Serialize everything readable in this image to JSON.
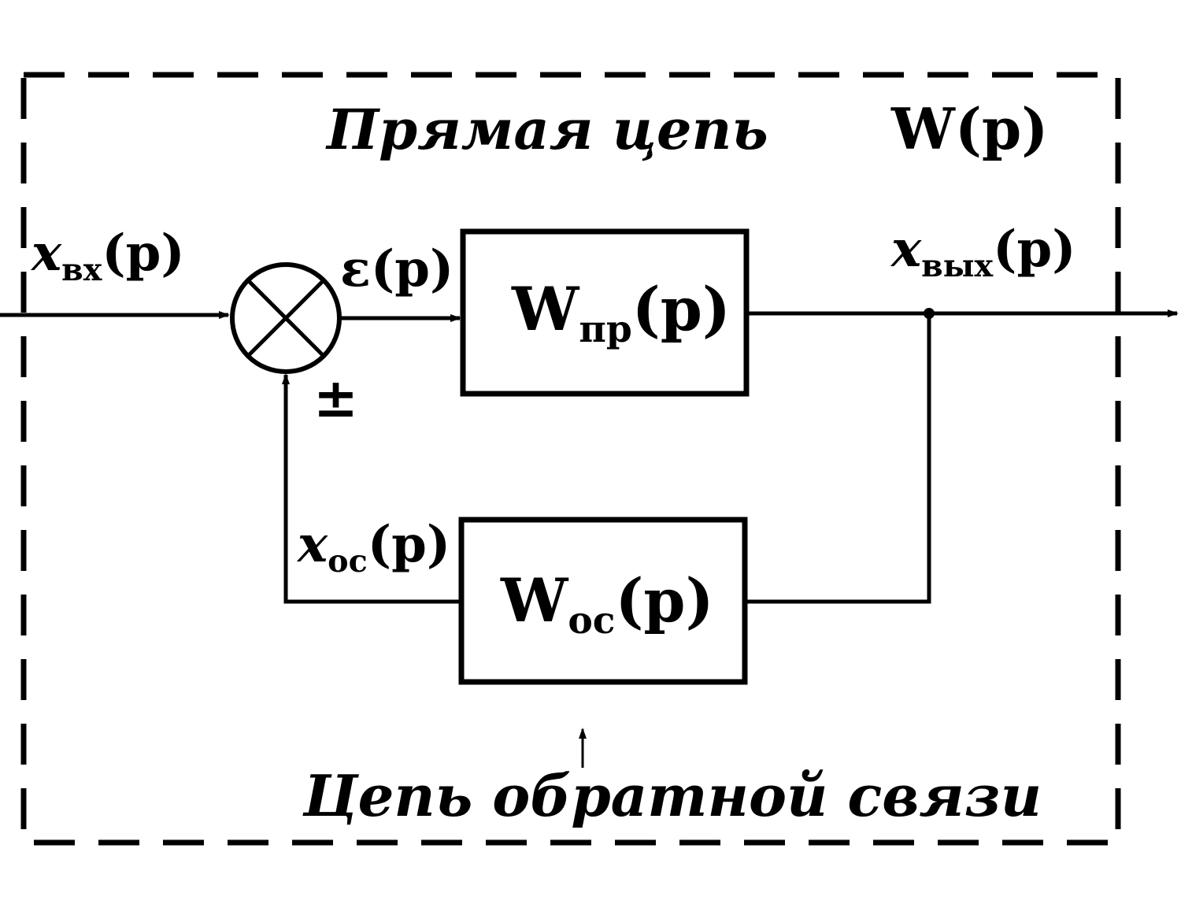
{
  "colors": {
    "ink": "#000000",
    "background": "#ffffff"
  },
  "labels": {
    "forward_path": "Прямая цепь",
    "feedback_path": "Цепь обратной связи",
    "overall_tf": "W(p)",
    "input_signal": {
      "main": "x",
      "sub": "вх",
      "arg": "(p)"
    },
    "error_signal": "ε(p)",
    "output_signal": {
      "main": "x",
      "sub": "вых",
      "arg": "(p)"
    },
    "feedback_signal": {
      "main": "x",
      "sub": "ос",
      "arg": "(p)"
    },
    "sign": "±"
  },
  "blocks": {
    "forward": {
      "main": "W",
      "sub": "пр",
      "arg": "(p)"
    },
    "feedback": {
      "main": "W",
      "sub": "ос",
      "arg": "(p)"
    }
  }
}
